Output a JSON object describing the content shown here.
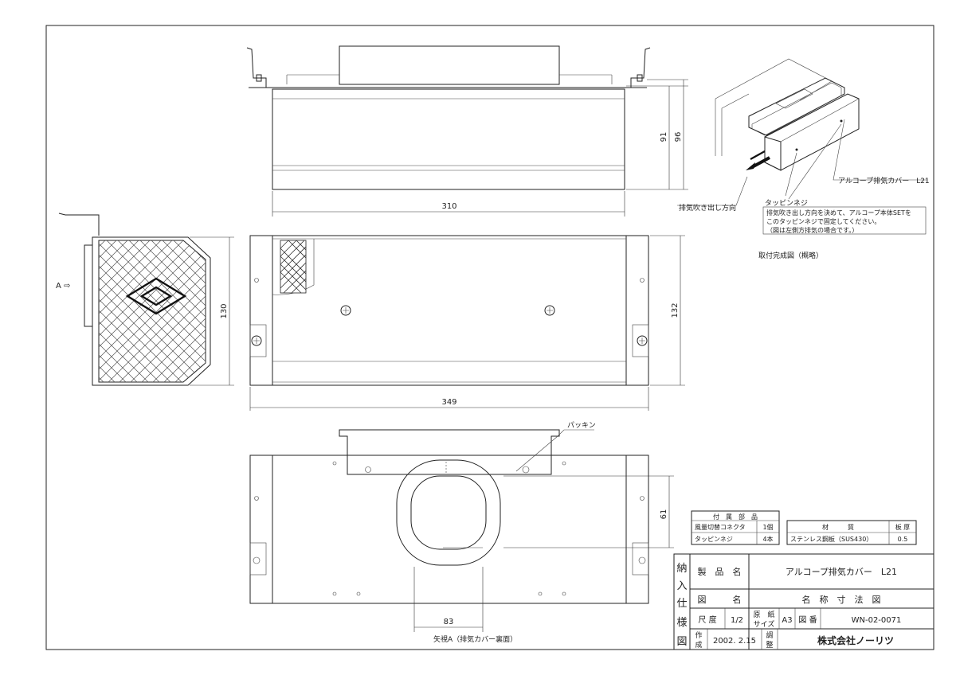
{
  "dimensions": {
    "top_width": "310",
    "top_height_inner": "91",
    "top_height_outer": "96",
    "side_height": "130",
    "front_height": "132",
    "front_width": "349",
    "rear_width": "83",
    "rear_height": "61"
  },
  "labels": {
    "view_a_marker": "A ⇨",
    "packing": "パッキン",
    "arrow_view_caption": "矢視A（排気カバー裏面）",
    "exhaust_direction": "排気吹き出し方向",
    "tapping_screw": "タッピンネジ",
    "product_callout": "アルコープ排気カバー　L21",
    "note_line1": "排気吹き出し方向を決めて、アルコープ本体SETを",
    "note_line2": "このタッピンネジで固定してください。",
    "note_line3": "（図は左側方排気の場合です。）",
    "install_caption": "取付完成図（概略）"
  },
  "accessories": {
    "header": "付　属　部　品",
    "rows": [
      {
        "name": "風量切替コネクタ",
        "qty": "1個"
      },
      {
        "name": "タッピンネジ",
        "qty": "4本"
      }
    ]
  },
  "material": {
    "header_material": "材　　　質",
    "header_thickness": "板 厚",
    "material": "ステンレス鋼板（SUS430）",
    "thickness": "0.5"
  },
  "title_block": {
    "side_chars": [
      "納",
      "入",
      "仕",
      "様",
      "図"
    ],
    "product_name_label": "製　品　名",
    "product_name": "アルコープ排気カバー　L21",
    "drawing_name_label": "図　　　名",
    "drawing_name": "名　称　寸　法　図",
    "scale_label": "尺 度",
    "scale": "1/2",
    "paper_label_1": "原　紙",
    "paper_label_2": "サイズ",
    "paper_size": "A3",
    "drawing_no_label": "図 番",
    "drawing_no": "WN-02-0071",
    "created_label_1": "作",
    "created_label_2": "成",
    "created_date": "2002. 2.15",
    "adjust_label_1": "調",
    "adjust_label_2": "整",
    "company": "株式会社ノーリツ"
  }
}
